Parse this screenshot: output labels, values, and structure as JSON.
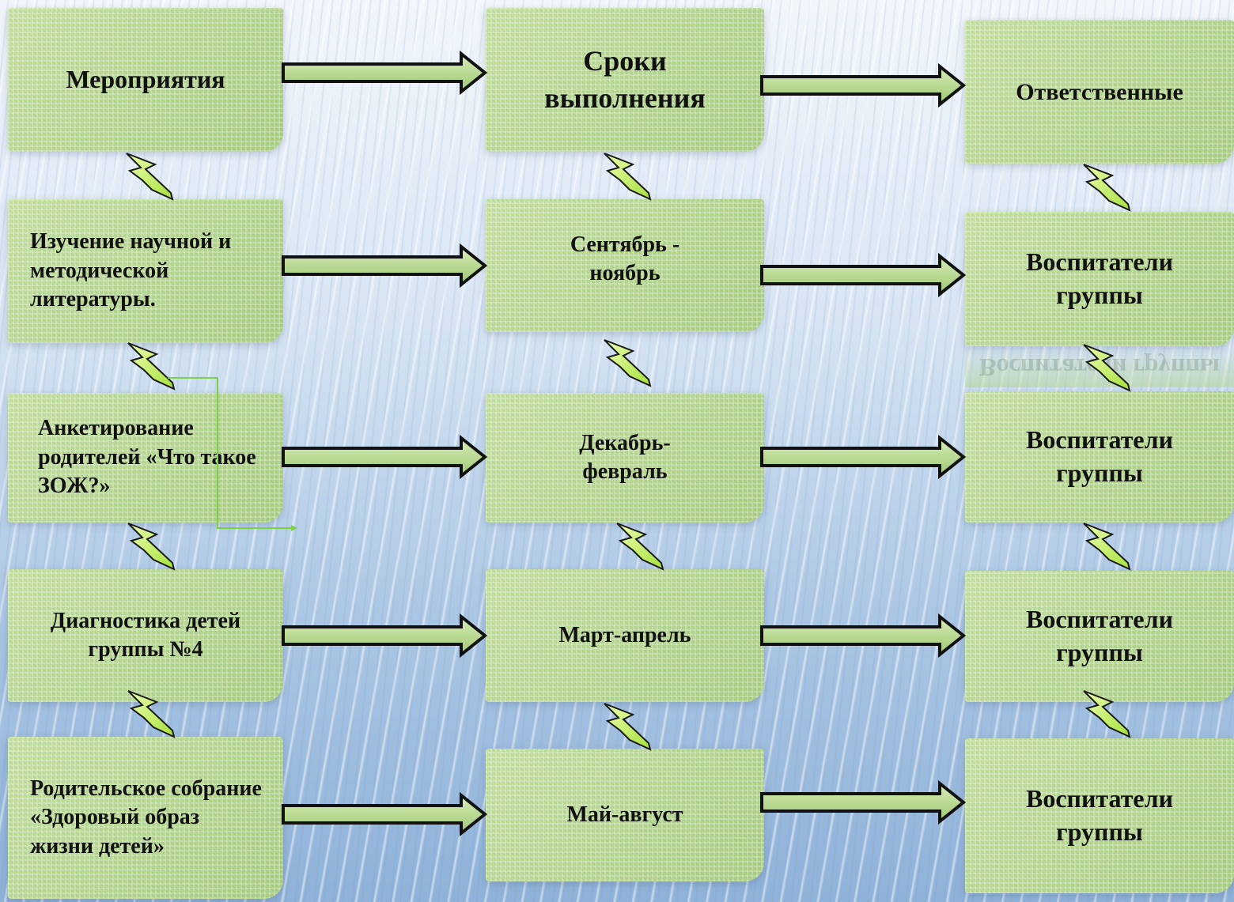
{
  "columns": {
    "events": {
      "header": "Мероприятия",
      "items": [
        "Изучение научной и методической литературы.",
        "Анкетирование родителей «Что такое ЗОЖ?»",
        "Диагностика детей группы №4",
        "Родительское собрание «Здоровый образ жизни детей»"
      ]
    },
    "deadlines": {
      "header": "Сроки выполнения",
      "items": [
        "Сентябрь - ноябрь",
        "Декабрь-февраль",
        "Март-апрель",
        "Май-август"
      ]
    },
    "responsible": {
      "header": "Ответственные",
      "items": [
        "Воспитатели группы",
        "Воспитатели группы",
        "Воспитатели группы",
        "Воспитатели группы"
      ]
    }
  },
  "colors": {
    "box_fill": "#b6d592",
    "arrow_fill": "#b7d98f",
    "arrow_stroke": "#111111",
    "bolt_fill": "#c9ee6a",
    "connector": "#7ccf4a"
  }
}
